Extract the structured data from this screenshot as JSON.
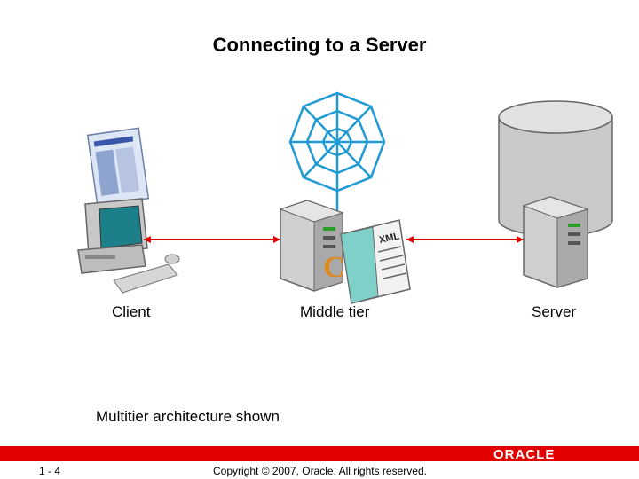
{
  "slide": {
    "title": "Connecting to a Server",
    "caption": "Multitier architecture shown"
  },
  "diagram": {
    "nodes": [
      {
        "id": "client",
        "label": "Client"
      },
      {
        "id": "middle",
        "label": "Middle tier"
      },
      {
        "id": "server",
        "label": "Server"
      }
    ],
    "middle_doc_text": "XML",
    "middle_doc_letter": "C"
  },
  "footer": {
    "slide_number": "1 - 4",
    "copyright": "Copyright © 2007, Oracle. All rights reserved.",
    "logo_text": "ORACLE"
  },
  "colors": {
    "accent_red": "#e30000",
    "web_teal": "#1f9ad2",
    "monitor_screen": "#1c7f8a"
  }
}
